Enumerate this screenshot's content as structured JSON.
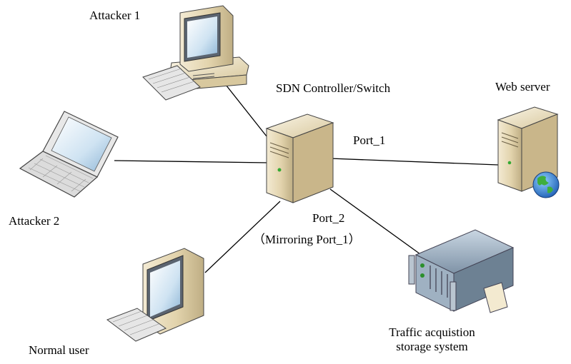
{
  "labels": {
    "attacker1": "Attacker 1",
    "attacker2": "Attacker 2",
    "normal_user": "Normal user",
    "sdn": "SDN Controller/Switch",
    "web_server": "Web server",
    "port1": "Port_1",
    "port2": "Port_2",
    "port2_mirror": "（Mirroring Port_1）",
    "traffic_line1": "Traffic acquistion",
    "traffic_line2": "storage system"
  },
  "nodes": [
    {
      "id": "attacker1",
      "icon": "desktop-computer-icon"
    },
    {
      "id": "attacker2",
      "icon": "laptop-icon"
    },
    {
      "id": "normal_user",
      "icon": "desktop-computer-icon"
    },
    {
      "id": "sdn",
      "icon": "tower-server-icon"
    },
    {
      "id": "web_server",
      "icon": "web-server-icon"
    },
    {
      "id": "traffic_storage",
      "icon": "rack-storage-icon"
    }
  ],
  "links": [
    {
      "from": "attacker1",
      "to": "sdn"
    },
    {
      "from": "attacker2",
      "to": "sdn"
    },
    {
      "from": "normal_user",
      "to": "sdn"
    },
    {
      "from": "sdn",
      "to": "web_server",
      "label": "Port_1"
    },
    {
      "from": "sdn",
      "to": "traffic_storage",
      "label": "Port_2"
    }
  ]
}
